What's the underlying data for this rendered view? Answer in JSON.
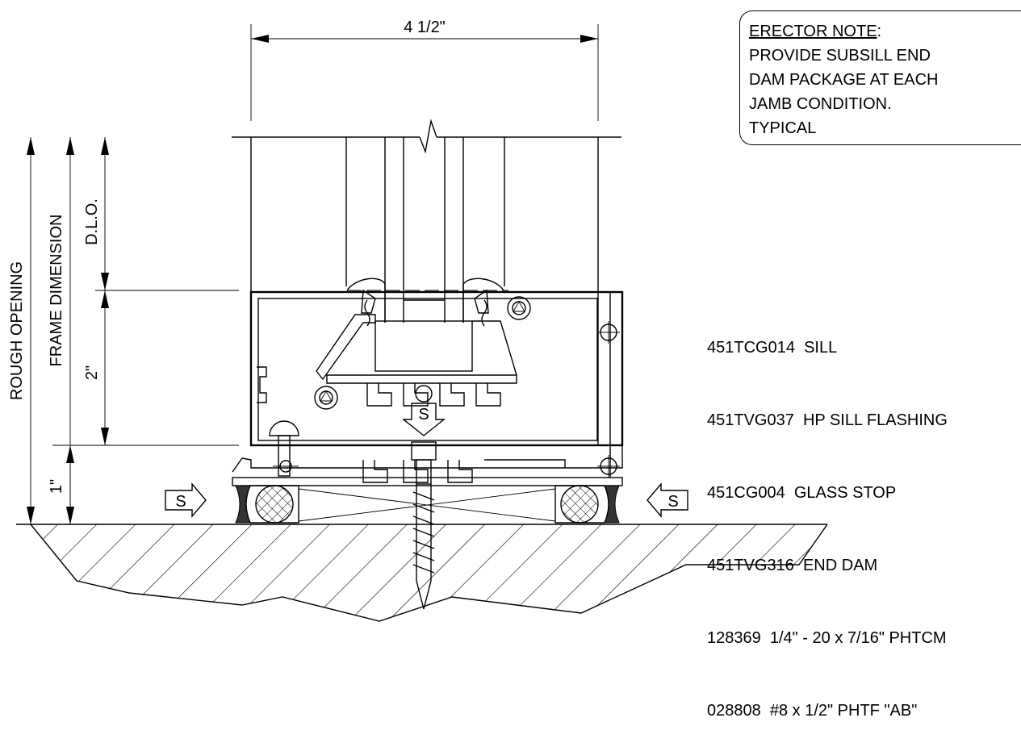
{
  "dimensions": {
    "width_label": "4 1/2\"",
    "rough_opening": "ROUGH OPENING",
    "frame_dimension": "FRAME DIMENSION",
    "dlo": "D.L.O.",
    "two_inch": "2\"",
    "one_inch": "1\""
  },
  "note": {
    "heading": "ERECTOR NOTE",
    "heading_suffix": ":",
    "lines": [
      "PROVIDE SUBSILL END",
      "DAM PACKAGE AT EACH",
      "JAMB CONDITION.",
      "TYPICAL"
    ]
  },
  "parts": [
    "451TCG014  SILL",
    "451TVG037  HP SILL FLASHING",
    "451CG004  GLASS STOP",
    "451TVG316  END DAM",
    "128369  1/4\" - 20 x 7/16\" PHTCM",
    "028808  #8 x 1/2\" PHTF \"AB\""
  ],
  "shim_labels": [
    "S",
    "S",
    "S"
  ]
}
